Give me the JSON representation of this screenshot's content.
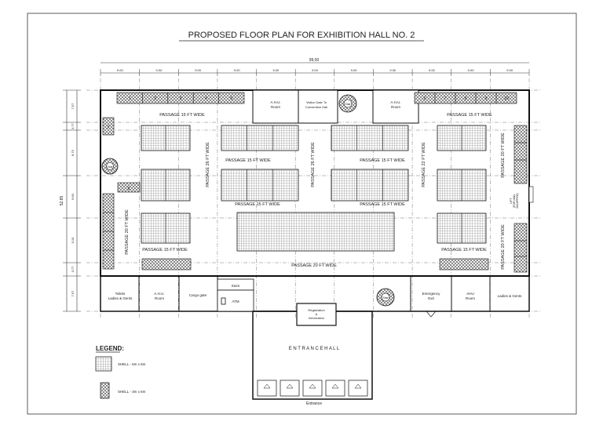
{
  "title": "PROPOSED FLOOR PLAN FOR EXHIBITION  HALL NO. 2",
  "dimensions": {
    "overall_width": "99.00",
    "bays": [
      "9.00",
      "9.00",
      "9.00",
      "9.00",
      "9.00",
      "9.00",
      "9.00",
      "9.00",
      "9.00",
      "9.00",
      "9.00"
    ],
    "overall_height": "52.85",
    "rows": [
      "7.57",
      "3.77",
      "8.75",
      "9.60",
      "9.15",
      "3.77",
      "7.57"
    ]
  },
  "rooms": {
    "ahu_top_left": "A.H.U.\nRoom",
    "visitor_gate": "Visitor Gate To\nConvention Hall",
    "ahu_top_right": "A.H.U.\nRoom",
    "toilets_left": "Toilets\nLadies & Gents",
    "ahu_bottom_left": "A.H.U.\nRoom",
    "cargo_gate": "Cargo gate",
    "store": "Store",
    "atm": "ATM",
    "reception": "Registration\n&\nInformation",
    "emergency_exit": "Emergency\nExit",
    "ahu_bottom_right": "AHU\nRoom",
    "toilets_right": "Ladies & Gents",
    "lift": "LIFT\n(FOR HAN-\nDICAPPED)"
  },
  "stairs": {
    "label": "Stair"
  },
  "passages": {
    "p15": "PASSAGE 15 FT WIDE",
    "p20": "PASSAGE 20 FT WIDE",
    "p26": "PASSAGE 26 FT WIDE",
    "p22": "PASSAGE 22 FT WIDE"
  },
  "entrance_hall": "E N T R A N C E   H A L L",
  "entrance": "Entrance",
  "legend": {
    "heading": "LEGEND:",
    "shell_large": "SHELL - 6m x 6m",
    "shell_small": "SHELL - 3m x 6m"
  },
  "booths_top_row": [
    "1",
    "2",
    "3",
    "4",
    "5"
  ],
  "booths_top_right": [
    "6",
    "7",
    "8",
    "9",
    "10"
  ]
}
